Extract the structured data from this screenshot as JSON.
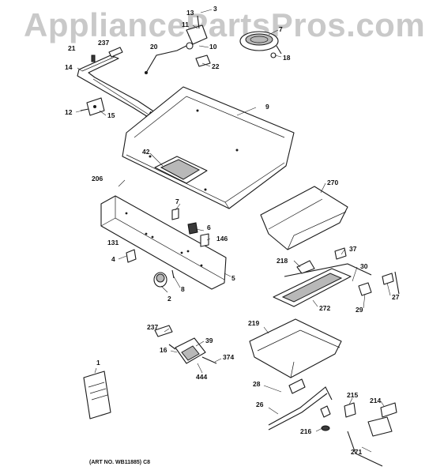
{
  "watermark": "AppliancePartsPros.com",
  "art_number": "(ART NO. WB11885) C8",
  "callouts": [
    {
      "id": "c-13",
      "text": "13"
    },
    {
      "id": "c-3",
      "text": "3"
    },
    {
      "id": "c-11",
      "text": "11"
    },
    {
      "id": "c-7a",
      "text": "7"
    },
    {
      "id": "c-237a",
      "text": "237"
    },
    {
      "id": "c-21",
      "text": "21"
    },
    {
      "id": "c-20",
      "text": "20"
    },
    {
      "id": "c-10",
      "text": "10"
    },
    {
      "id": "c-18",
      "text": "18"
    },
    {
      "id": "c-14",
      "text": "14"
    },
    {
      "id": "c-22",
      "text": "22"
    },
    {
      "id": "c-9",
      "text": "9"
    },
    {
      "id": "c-12",
      "text": "12"
    },
    {
      "id": "c-15",
      "text": "15"
    },
    {
      "id": "c-42",
      "text": "42"
    },
    {
      "id": "c-206",
      "text": "206"
    },
    {
      "id": "c-270",
      "text": "270"
    },
    {
      "id": "c-7b",
      "text": "7"
    },
    {
      "id": "c-6",
      "text": "6"
    },
    {
      "id": "c-131",
      "text": "131"
    },
    {
      "id": "c-146",
      "text": "146"
    },
    {
      "id": "c-37",
      "text": "37"
    },
    {
      "id": "c-4",
      "text": "4"
    },
    {
      "id": "c-218",
      "text": "218"
    },
    {
      "id": "c-30",
      "text": "30"
    },
    {
      "id": "c-5",
      "text": "5"
    },
    {
      "id": "c-8",
      "text": "8"
    },
    {
      "id": "c-2",
      "text": "2"
    },
    {
      "id": "c-27",
      "text": "27"
    },
    {
      "id": "c-272",
      "text": "272"
    },
    {
      "id": "c-29",
      "text": "29"
    },
    {
      "id": "c-219",
      "text": "219"
    },
    {
      "id": "c-237b",
      "text": "237"
    },
    {
      "id": "c-39",
      "text": "39"
    },
    {
      "id": "c-16",
      "text": "16"
    },
    {
      "id": "c-374",
      "text": "374"
    },
    {
      "id": "c-444",
      "text": "444"
    },
    {
      "id": "c-1",
      "text": "1"
    },
    {
      "id": "c-28",
      "text": "28"
    },
    {
      "id": "c-215",
      "text": "215"
    },
    {
      "id": "c-214",
      "text": "214"
    },
    {
      "id": "c-26",
      "text": "26"
    },
    {
      "id": "c-216",
      "text": "216"
    },
    {
      "id": "c-271",
      "text": "271"
    }
  ]
}
